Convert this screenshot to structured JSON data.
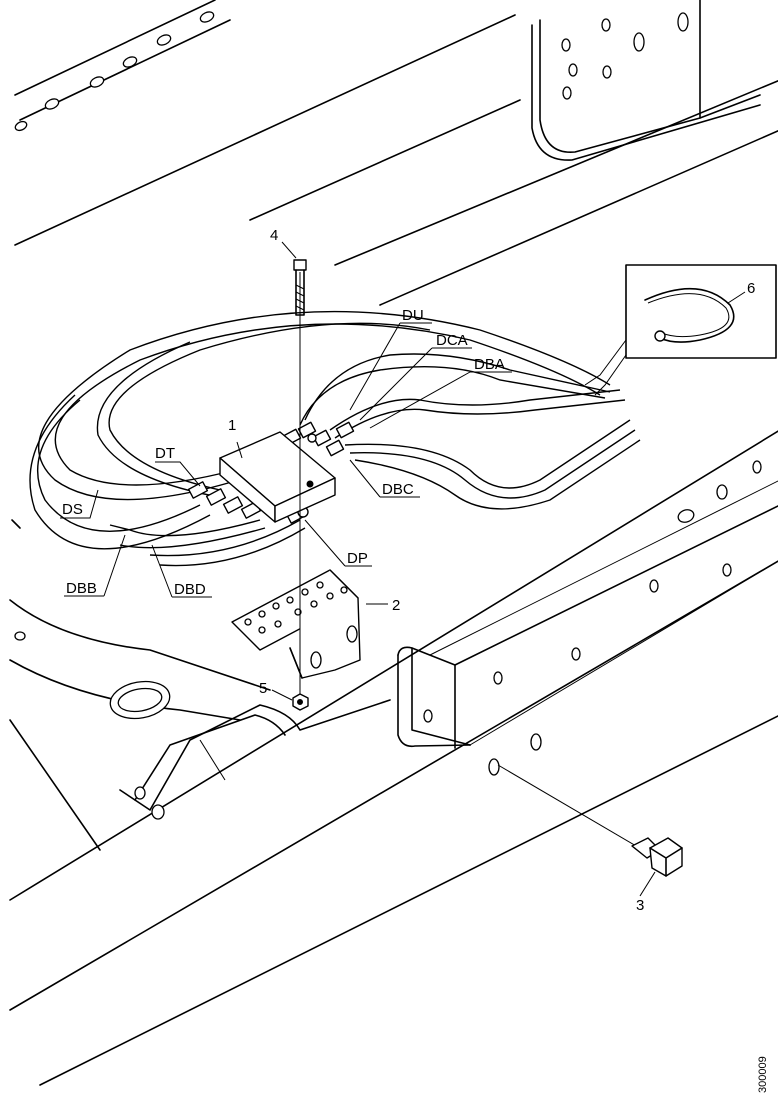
{
  "labels": {
    "part_1": "1",
    "part_2": "2",
    "part_3": "3",
    "part_4": "4",
    "part_5": "5",
    "part_6": "6",
    "du": "DU",
    "dca": "DCA",
    "dba": "DBA",
    "dt": "DT",
    "ds": "DS",
    "dbc": "DBC",
    "dp": "DP",
    "dbb": "DBB",
    "dbd": "DBD"
  },
  "drawing_code": "300009"
}
